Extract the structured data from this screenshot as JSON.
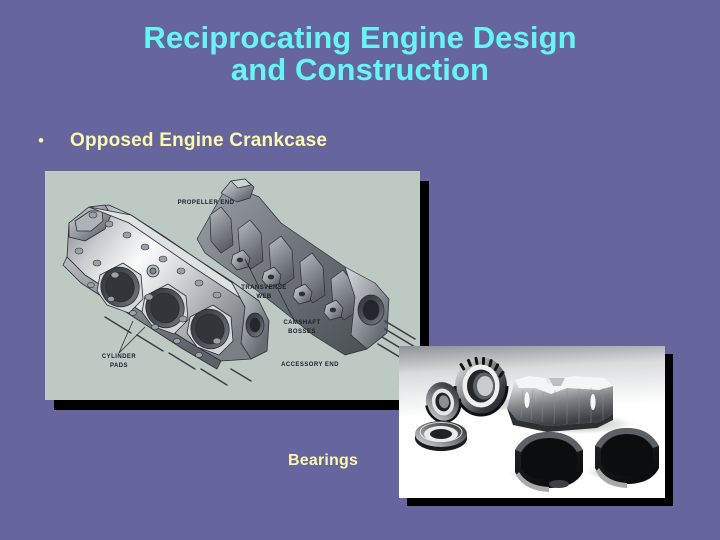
{
  "slide": {
    "background_color": "#66659d",
    "title": {
      "color": "#66f4f4",
      "line1": "Reciprocating Engine Design",
      "line2": "and Construction"
    },
    "bullets": [
      {
        "marker": "•",
        "text": "Opposed Engine Crankcase",
        "color": "#fbf9b0"
      }
    ],
    "captions": [
      {
        "text": "Bearings",
        "color": "#fbf9b0"
      }
    ],
    "figures": [
      {
        "name": "opposed-engine-crankcase-diagram",
        "kind": "technical-illustration",
        "background_color": "#bdc9c3",
        "shadow_color": "#000000",
        "callouts": [
          {
            "text": "PROPELLER END"
          },
          {
            "text": "TRANSVERSE\nWEB"
          },
          {
            "text": "CAMSHAFT\nBOSSES"
          },
          {
            "text": "CYLINDER\nPADS"
          },
          {
            "text": "ACCESSORY END"
          }
        ]
      },
      {
        "name": "bearings-photograph",
        "kind": "black-and-white-photo",
        "background_color": "#ffffff",
        "shadow_color": "#000000",
        "subjects": [
          "tapered roller bearing",
          "tapered roller bearing cone",
          "ball bearing",
          "plain journal bearing shell",
          "bearing half shell",
          "bearing half shell"
        ]
      }
    ]
  }
}
